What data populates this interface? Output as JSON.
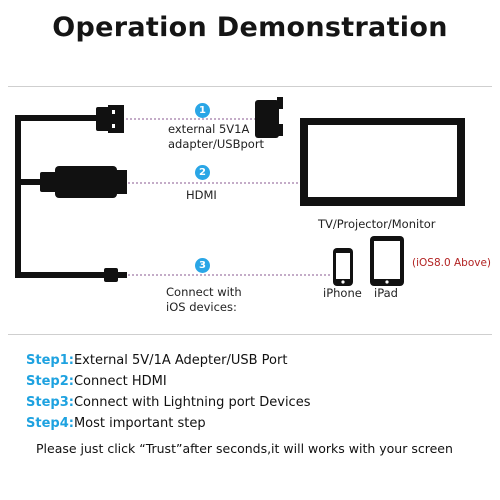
{
  "title": "Operation Demonstration",
  "callouts": [
    {
      "num": "1",
      "label_lines": [
        "external 5V1A",
        "adapter/USBport"
      ]
    },
    {
      "num": "2",
      "label_lines": [
        "HDMI"
      ]
    },
    {
      "num": "3",
      "label_lines": [
        "Connect with",
        "iOS devices:"
      ]
    }
  ],
  "devices": {
    "monitor_label": "TV/Projector/Monitor",
    "iphone_label": "iPhone",
    "ipad_label": "iPad",
    "ios_note": "(iOS8.0 Above)"
  },
  "steps": [
    {
      "key": "Step1:",
      "text": "External 5V/1A Adepter/USB Port"
    },
    {
      "key": "Step2:",
      "text": "Connect HDMI"
    },
    {
      "key": "Step3:",
      "text": "Connect with Lightning port Devices"
    },
    {
      "key": "Step4:",
      "text": "Most important step"
    }
  ],
  "footer": "Please just click “Trust”after seconds,it will works with your screen",
  "colors": {
    "accent": "#2aa6e6",
    "dotted_line": "#a07aa8",
    "note": "#b22222"
  }
}
